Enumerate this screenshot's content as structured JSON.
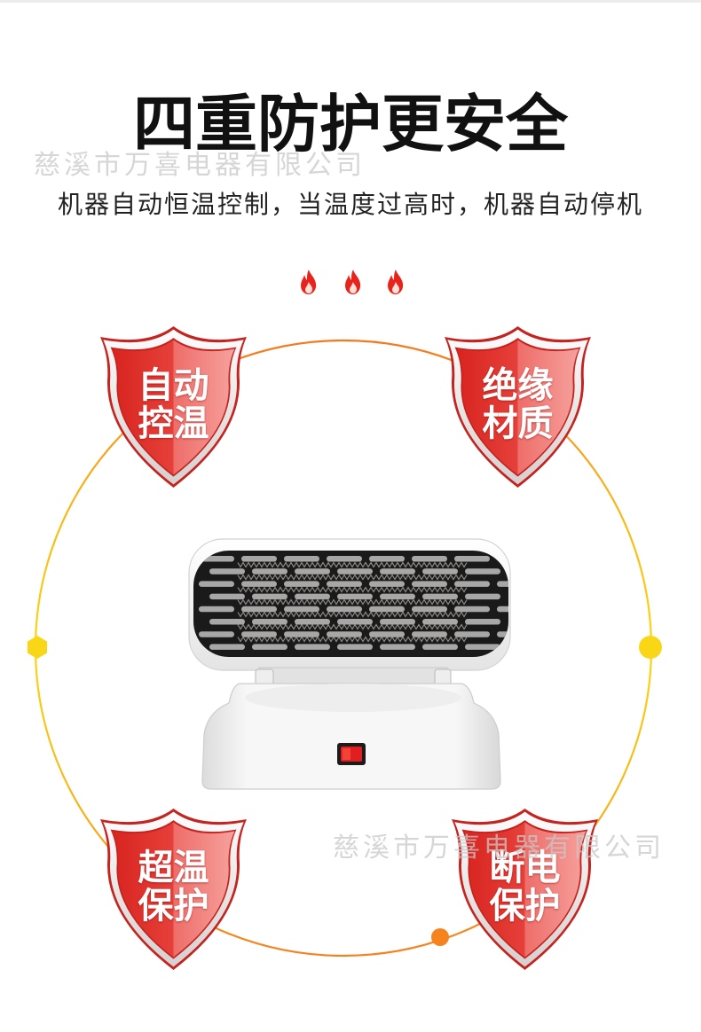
{
  "title": "四重防护更安全",
  "watermark": "慈溪市万喜电器有限公司",
  "subtitle": "机器自动恒温控制，当温度过高时，机器自动停机",
  "icons": {
    "flame": "flame-icon",
    "shield": "shield-icon",
    "product": "heater-image",
    "switch": "power-switch"
  },
  "shields": [
    {
      "line1": "自动",
      "line2": "控温"
    },
    {
      "line1": "绝缘",
      "line2": "材质"
    },
    {
      "line1": "超温",
      "line2": "保护"
    },
    {
      "line1": "断电",
      "line2": "保护"
    }
  ],
  "colors": {
    "title": "#111111",
    "flame": "#e8231b",
    "shield_red": "#e0302a",
    "shield_light": "#f07b79",
    "ring_orange": "#f5801f",
    "ring_yellow": "#f9d716",
    "switch_red": "#e02020"
  }
}
